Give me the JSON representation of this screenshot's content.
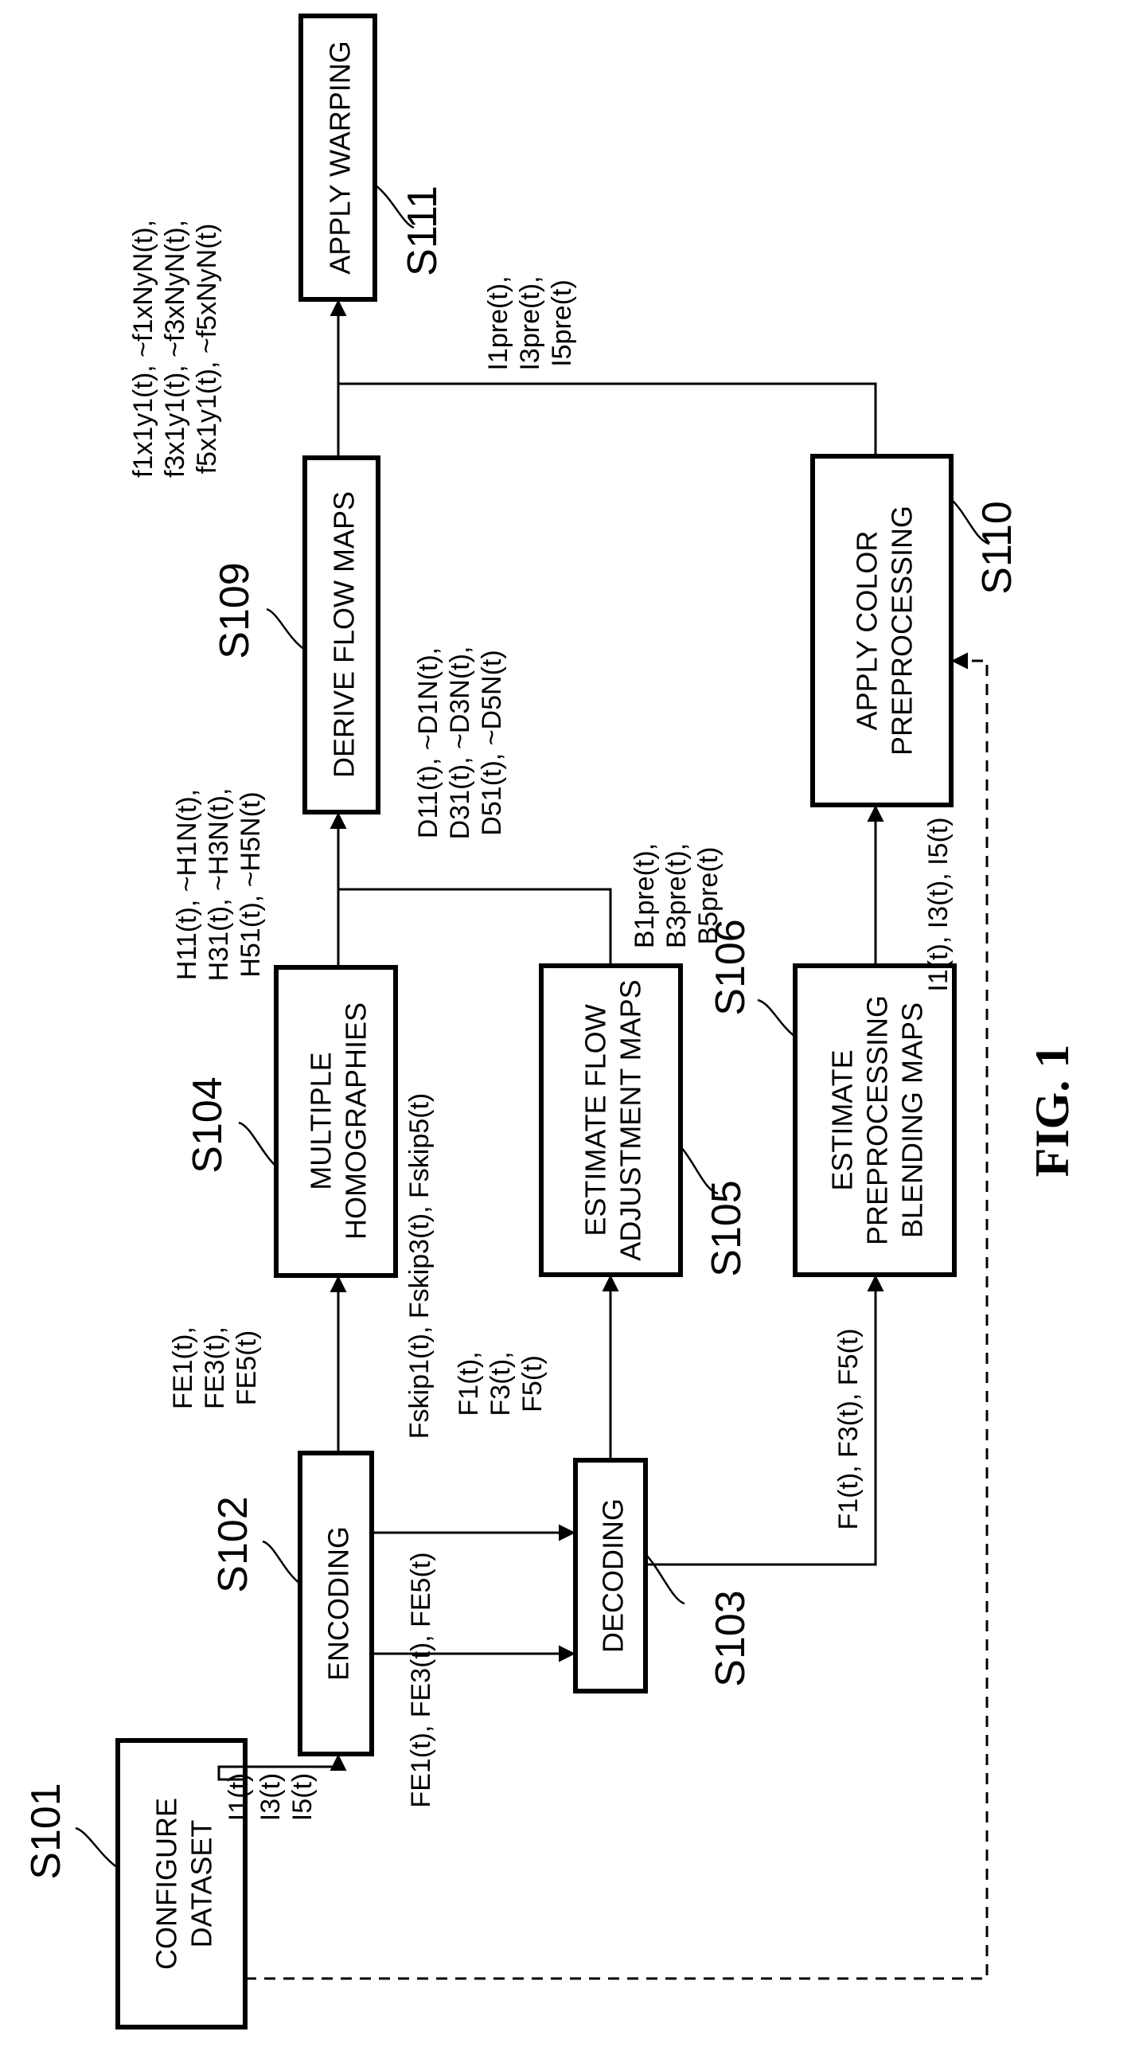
{
  "figure_label": "FIG. 1",
  "boxes": {
    "s101": "CONFIGURE\nDATASET",
    "s102": "ENCODING",
    "s103": "DECODING",
    "s104": "MULTIPLE\nHOMOGRAPHIES",
    "s105": "ESTIMATE FLOW\nADJUSTMENT MAPS",
    "s106": "ESTIMATE\nPREPROCESSING\nBLENDING MAPS",
    "s109": "DERIVE FLOW MAPS",
    "s110": "APPLY COLOR\nPREPROCESSING",
    "s111": "APPLY WARPING"
  },
  "steps": {
    "s101": "S101",
    "s102": "S102",
    "s103": "S103",
    "s104": "S104",
    "s105": "S105",
    "s106": "S106",
    "s109": "S109",
    "s110": "S110",
    "s111": "S111"
  },
  "signals": {
    "inputs": [
      "I1(t)",
      "I3(t)",
      "I5(t)"
    ],
    "enc_to_dec": "FE1(t), FE3(t), FE5(t)",
    "encoded": [
      "FE1(t),",
      "FE3(t),",
      "FE5(t)"
    ],
    "skip": "Fskip1(t), Fskip3(t), Fskip5(t)",
    "decoded": [
      "F1(t),",
      "F3(t),",
      "F5(t)"
    ],
    "dec_to_blend": "F1(t), F3(t), F5(t)",
    "homographies": [
      "H11(t), ~H1N(t),",
      "H31(t), ~H3N(t),",
      "H51(t), ~H5N(t)"
    ],
    "flow_adjust": [
      "D11(t), ~D1N(t),",
      "D31(t), ~D3N(t),",
      "D51(t), ~D5N(t)"
    ],
    "blend": [
      "B1pre(t),",
      "B3pre(t),",
      "B5pre(t)"
    ],
    "color_in": "I1(t), I3(t), I5(t)",
    "flow_maps": [
      "f1x1y1(t), ~f1xNyN(t),",
      "f3x1y1(t), ~f3xNyN(t),",
      "f5x1y1(t), ~f5xNyN(t)"
    ],
    "preprocessed": [
      "I1pre(t),",
      "I3pre(t),",
      "I5pre(t)"
    ]
  }
}
